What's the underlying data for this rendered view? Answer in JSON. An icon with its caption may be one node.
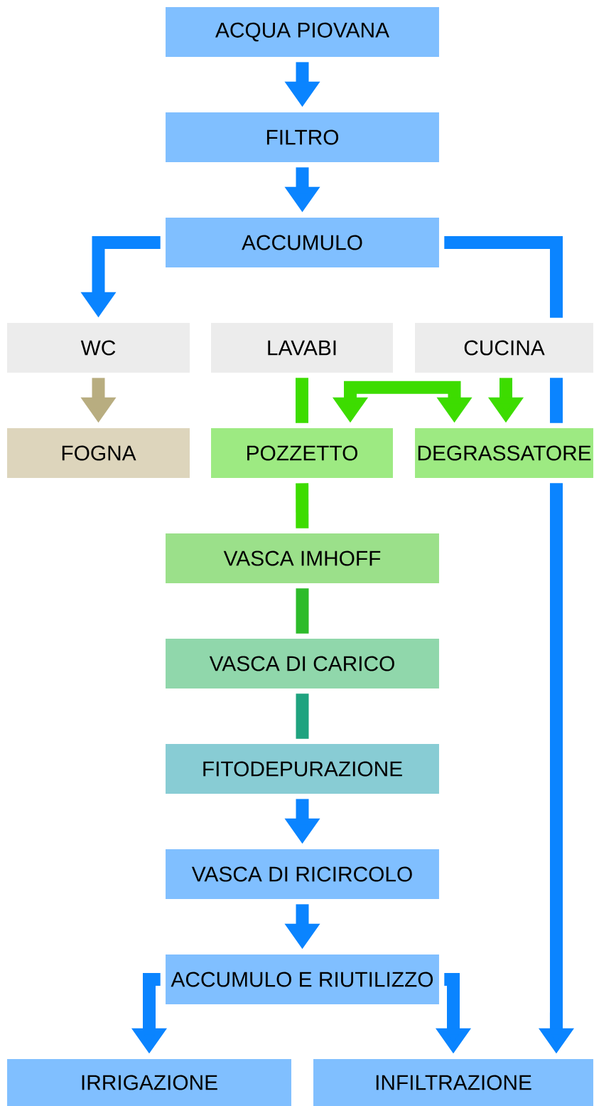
{
  "diagram": {
    "nodes": [
      {
        "text": [
          "ACQUA PIOVANA"
        ]
      },
      {
        "text": [
          "FILTRO"
        ]
      },
      {
        "text": [
          "ACCUMULO"
        ]
      },
      {
        "text": [
          "WC"
        ]
      },
      {
        "text": [
          "LAVABI"
        ]
      },
      {
        "text": [
          "CUCINA"
        ]
      },
      {
        "text": [
          "FOGNA"
        ]
      },
      {
        "text": [
          "POZZETTO"
        ]
      },
      {
        "text": [
          "DEGRASSATORE"
        ]
      },
      {
        "text": [
          "VASCA IMHOFF"
        ]
      },
      {
        "text": [
          "VASCA DI CARICO"
        ]
      },
      {
        "text": [
          "FITODEPURAZIONE"
        ]
      },
      {
        "text": [
          "VASCA DI RICIRCOLO"
        ]
      },
      {
        "text": [
          "ACCUMULO E RIUTILIZZO"
        ]
      },
      {
        "text": [
          "IRRIGAZIONE"
        ]
      },
      {
        "text": [
          "INFILTRAZIONE"
        ]
      }
    ],
    "edges": [
      {
        "from": 0,
        "to": 1,
        "arrow": "to"
      },
      {
        "from": 1,
        "to": 2,
        "arrow": "to"
      },
      {
        "from": 2,
        "to": 3,
        "arrow": "to"
      },
      {
        "from": 2,
        "to": 5,
        "arrow": "none"
      },
      {
        "from": 3,
        "to": 6,
        "arrow": "to",
        "color": "#b8ad80"
      },
      {
        "from": 4,
        "to": 7,
        "arrow": "none",
        "color": "#3ddc00"
      },
      {
        "from": 7,
        "to": 8,
        "arrow": "both",
        "color": "#3ddc00"
      },
      {
        "from": 5,
        "to": 8,
        "arrow": "to",
        "color": "#3ddc00"
      },
      {
        "from": 5,
        "to": 8,
        "arrow": "none"
      },
      {
        "from": 8,
        "to": 15,
        "arrow": "to"
      },
      {
        "from": 7,
        "to": 9,
        "arrow": "none",
        "color": "#3ddc00"
      },
      {
        "from": 9,
        "to": 10,
        "arrow": "none",
        "color": "#2dbb2a"
      },
      {
        "from": 10,
        "to": 11,
        "arrow": "none",
        "color": "#1fa37f"
      },
      {
        "from": 11,
        "to": 12,
        "arrow": "to"
      },
      {
        "from": 12,
        "to": 13,
        "arrow": "to"
      },
      {
        "from": 13,
        "to": 14,
        "arrow": "to"
      },
      {
        "from": 13,
        "to": 15,
        "arrow": "to"
      }
    ]
  }
}
